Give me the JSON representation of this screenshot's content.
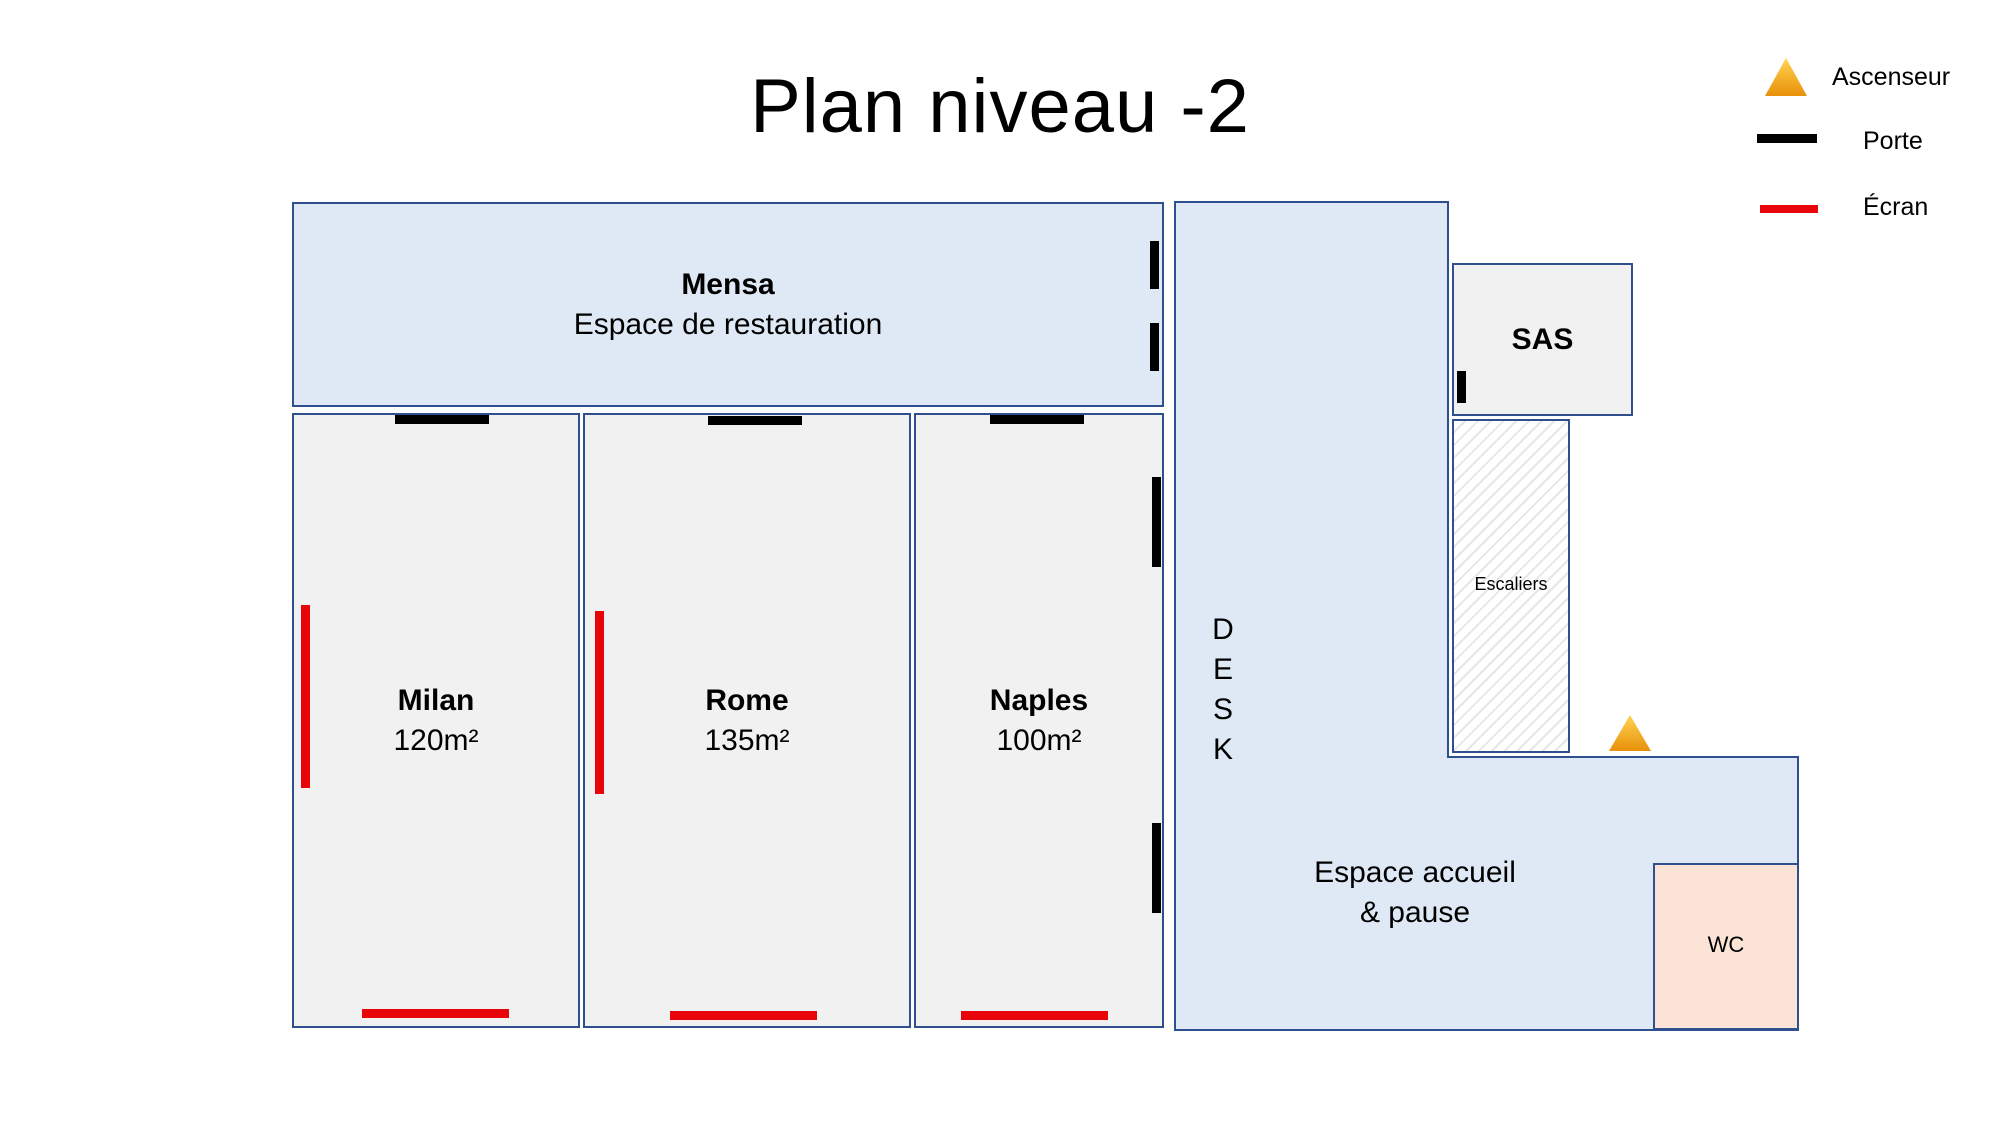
{
  "title": "Plan niveau -2",
  "legend": {
    "elevator": "Ascenseur",
    "door": "Porte",
    "screen": "Écran"
  },
  "rooms": {
    "mensa": {
      "name": "Mensa",
      "subtitle": "Espace de restauration"
    },
    "milan": {
      "name": "Milan",
      "area": "120m²"
    },
    "rome": {
      "name": "Rome",
      "area": "135m²"
    },
    "naples": {
      "name": "Naples",
      "area": "100m²"
    },
    "desk": {
      "letters": [
        "D",
        "E",
        "S",
        "K"
      ]
    },
    "sas": {
      "name": "SAS"
    },
    "stairs": {
      "name": "Escaliers"
    },
    "reception": {
      "line1": "Espace accueil",
      "line2": "& pause"
    },
    "wc": {
      "name": "WC"
    }
  },
  "colors": {
    "room_blue": "#dee9f5",
    "room_grey": "#f1f1f1",
    "wc_peach": "#fbe4d6",
    "border": "#2f4f8f",
    "door": "#000000",
    "screen": "#e8050a",
    "elevator": "#f5a623"
  },
  "icons": {
    "elevator": "triangle-icon",
    "door": "black-bar",
    "screen": "red-bar"
  }
}
